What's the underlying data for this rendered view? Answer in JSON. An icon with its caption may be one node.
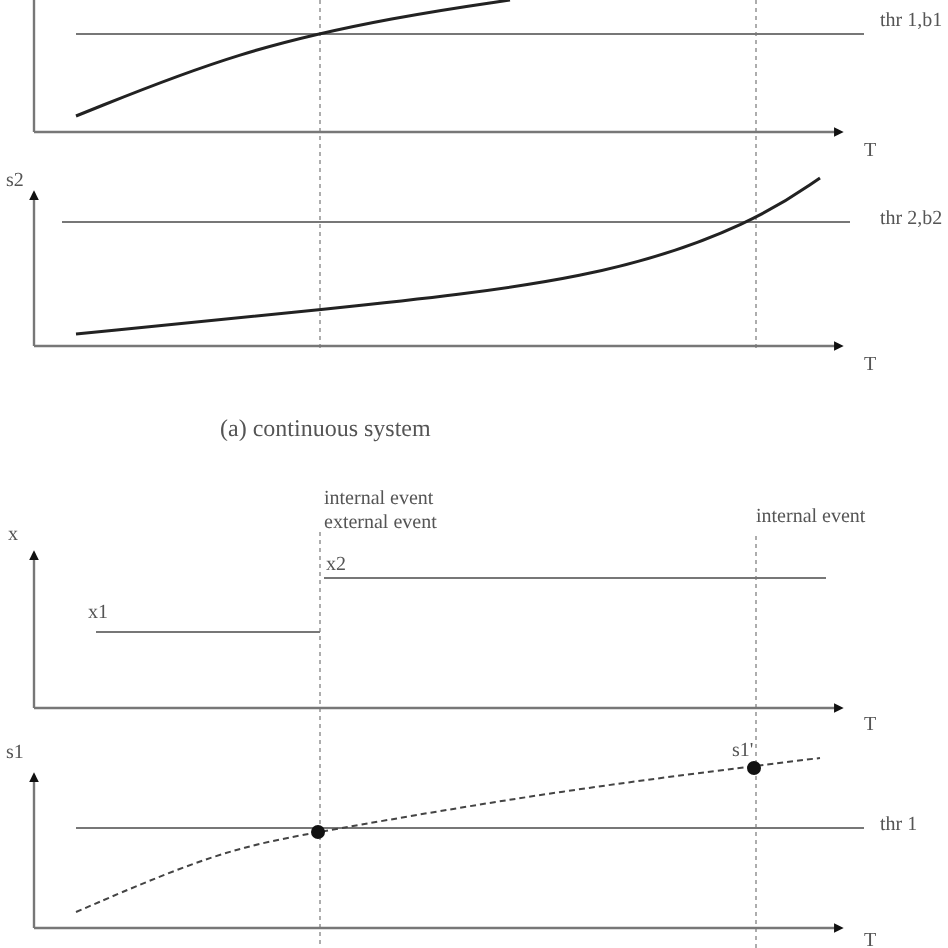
{
  "diagram": {
    "labels": [
      "thr 1,b1",
      "T",
      "s2",
      "thr 2,b2",
      "T",
      "(a) continuous system",
      "internal event",
      "external event",
      "internal event",
      "x",
      "x2",
      "x1",
      "T",
      "s1",
      "s1'",
      "thr 1",
      "T"
    ]
  }
}
